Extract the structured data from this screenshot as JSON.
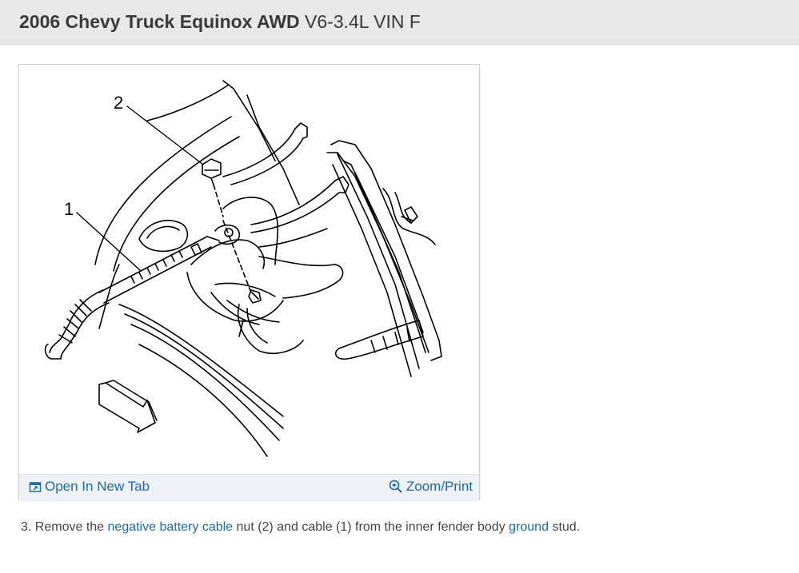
{
  "header": {
    "vehicle": "2006 Chevy Truck Equinox AWD",
    "engine": "V6-3.4L VIN F"
  },
  "figure": {
    "callouts": [
      "1",
      "2"
    ],
    "open_new_tab_label": "Open In New Tab",
    "zoom_print_label": "Zoom/Print",
    "link_color": "#1d6aa5"
  },
  "step": {
    "number": "3.",
    "text_1": "Remove the",
    "link_1": "negative battery cable",
    "text_2": "nut (2) and cable (1) from the inner fender body",
    "link_2": "ground",
    "text_3": "stud."
  }
}
